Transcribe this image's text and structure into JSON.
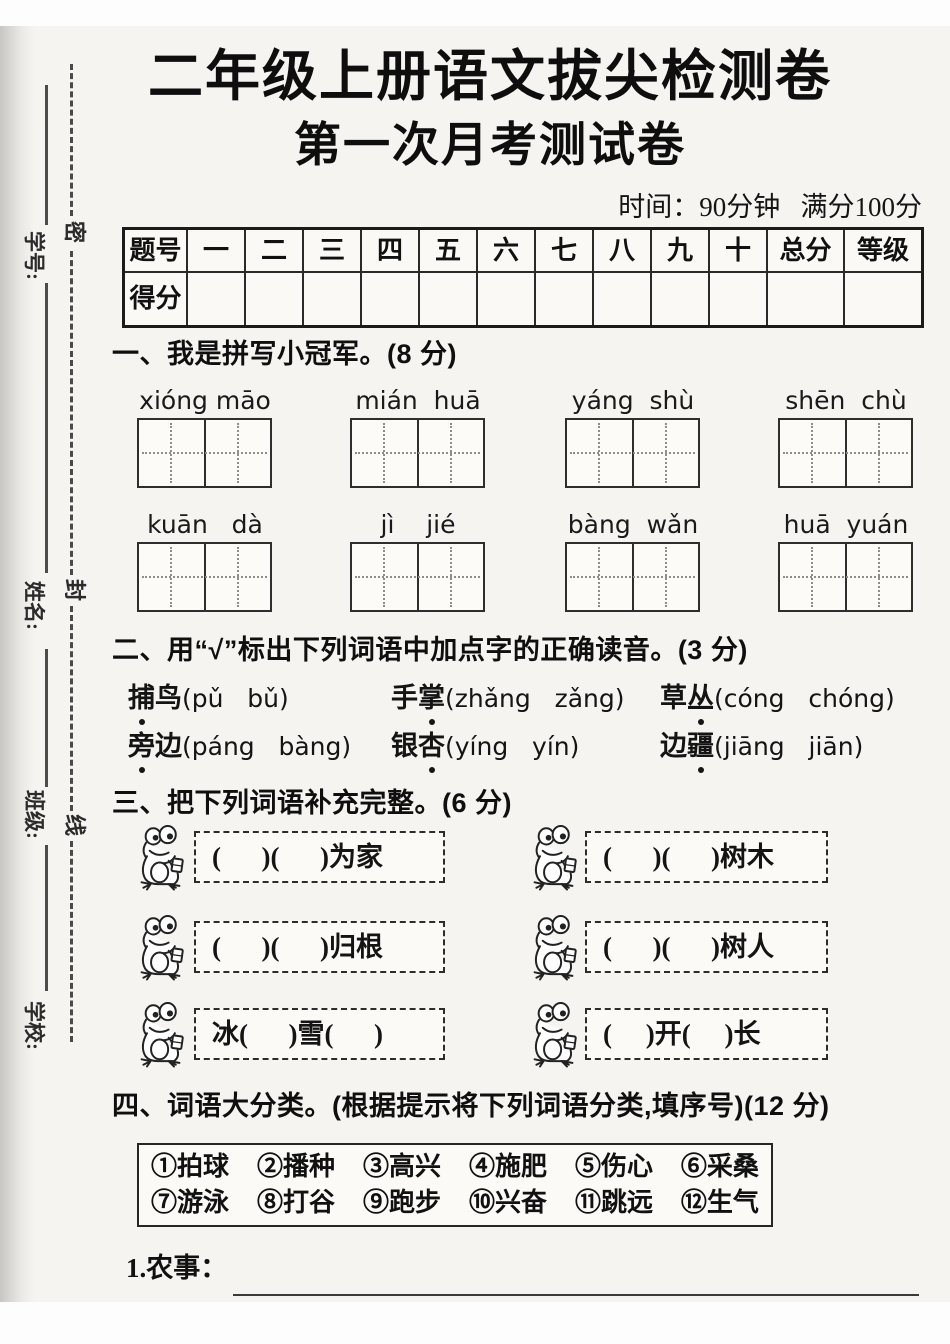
{
  "page": {
    "title": "二年级上册语文拔尖检测卷",
    "subtitle": "第一次月考测试卷",
    "meta": "时间：90分钟   满分100分"
  },
  "seal": {
    "labels": [
      "学号:",
      "姓名:",
      "班级:",
      "学校:"
    ],
    "chars": [
      "密",
      "封",
      "线"
    ]
  },
  "score_table": {
    "headers": [
      "题号",
      "一",
      "二",
      "三",
      "四",
      "五",
      "六",
      "七",
      "八",
      "九",
      "十",
      "总分",
      "等级"
    ],
    "row_label": "得分"
  },
  "s1": {
    "title": "一、我是拼写小冠军。(8 分)",
    "row1": [
      "xióng māo",
      "mián  huā",
      "yáng  shù",
      "shēn  chù"
    ],
    "row2": [
      "kuān   dà",
      "jì    jié",
      "bàng  wǎn",
      "huā  yuán"
    ]
  },
  "s2": {
    "title": "二、用“√”标出下列词语中加点字的正确读音。(3 分)",
    "items": [
      {
        "pre": "",
        "dot": "捕",
        "post": "鸟",
        "opts": "(pǔ   bǔ)"
      },
      {
        "pre": "手",
        "dot": "掌",
        "post": "",
        "opts": "(zhǎng   zǎng)"
      },
      {
        "pre": "草",
        "dot": "丛",
        "post": "",
        "opts": "(cóng   chóng)"
      },
      {
        "pre": "",
        "dot": "旁",
        "post": "边",
        "opts": "(páng   bàng)"
      },
      {
        "pre": "银",
        "dot": "杏",
        "post": "",
        "opts": "(yíng   yín)"
      },
      {
        "pre": "边",
        "dot": "疆",
        "post": "",
        "opts": "(jiāng   jiān)"
      }
    ]
  },
  "s3": {
    "title": "三、把下列词语补充完整。(6 分)",
    "boxes": [
      "(      )(      )为家",
      "(      )(      )树木",
      "(      )(      )归根",
      "(      )(      )树人",
      "冰(      )雪(      )",
      "(     )开(     )长"
    ]
  },
  "s4": {
    "title": "四、词语大分类。(根据提示将下列词语分类,填序号)(12 分)",
    "bank_row1": [
      "①拍球",
      "②播种",
      "③高兴",
      "④施肥",
      "⑤伤心",
      "⑥采桑"
    ],
    "bank_row2": [
      "⑦游泳",
      "⑧打谷",
      "⑨跑步",
      "⑩兴奋",
      "⑪跳远",
      "⑫生气"
    ],
    "q1": "1.农事："
  },
  "colors": {
    "ink": "#1c1c1c",
    "line": "#3a3a3a",
    "paper": "#f5f4f1"
  }
}
